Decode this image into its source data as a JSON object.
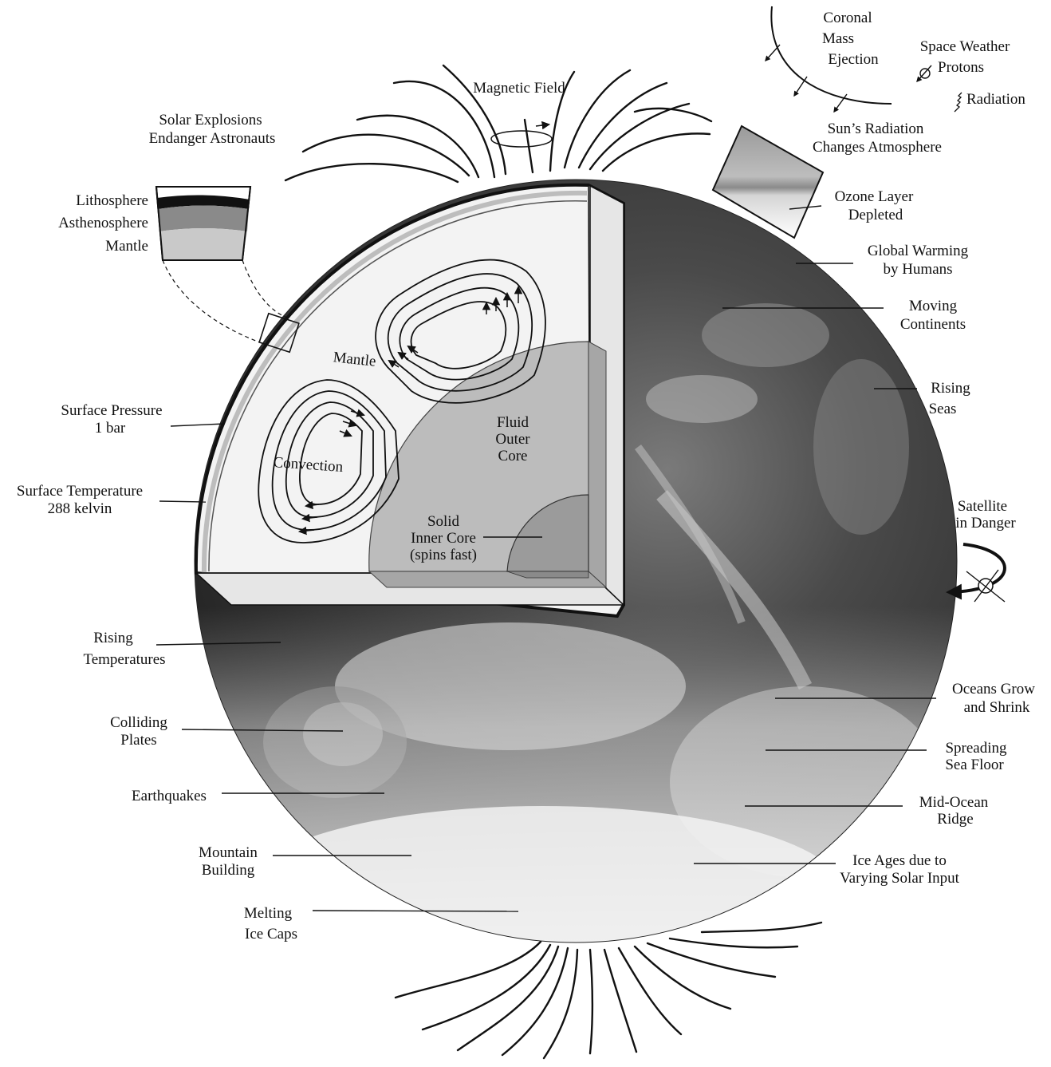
{
  "diagram": {
    "magnetic_field": "Magnetic Field",
    "cme": [
      "Coronal",
      "Mass",
      "Ejection"
    ],
    "space_weather": "Space Weather",
    "protons": "Protons",
    "radiation": "Radiation",
    "sun_radiation": [
      "Sun’s Radiation",
      "Changes Atmosphere"
    ],
    "ozone": [
      "Ozone Layer",
      "Depleted"
    ],
    "solar_explosions": [
      "Solar Explosions",
      "Endanger Astronauts"
    ],
    "layers": [
      "Lithosphere",
      "Asthenosphere",
      "Mantle"
    ],
    "mantle_inner": "Mantle",
    "convection": "Convection",
    "outer_core": [
      "Fluid",
      "Outer",
      "Core"
    ],
    "inner_core": [
      "Solid",
      "Inner Core",
      "(spins fast)"
    ],
    "surface_pressure": [
      "Surface Pressure",
      "1 bar"
    ],
    "surface_temperature": [
      "Surface Temperature",
      "288 kelvin"
    ],
    "global_warming": [
      "Global Warming",
      "by Humans"
    ],
    "moving_continents": [
      "Moving",
      "Continents"
    ],
    "rising_seas": [
      "Rising",
      "Seas"
    ],
    "satellite": [
      "Satellite",
      "in Danger"
    ],
    "rising_temperatures": [
      "Rising",
      "Temperatures"
    ],
    "colliding_plates": [
      "Colliding",
      "Plates"
    ],
    "earthquakes": "Earthquakes",
    "mountain_building": [
      "Mountain",
      "Building"
    ],
    "melting_ice": [
      "Melting",
      "Ice Caps"
    ],
    "oceans": [
      "Oceans Grow",
      "and Shrink"
    ],
    "spreading": [
      "Spreading",
      "Sea Floor"
    ],
    "ridge": [
      "Mid-Ocean",
      "Ridge"
    ],
    "ice_ages": [
      "Ice Ages due to",
      "Varying Solar Input"
    ]
  },
  "colors": {
    "ink": "#111111",
    "mantle_fill": "#efefef",
    "outer_core_fill": "#b9b9b9",
    "inner_core_fill": "#9c9c9c",
    "earth_dark": "#3a3a3a",
    "earth_light": "#d8d8d8"
  }
}
